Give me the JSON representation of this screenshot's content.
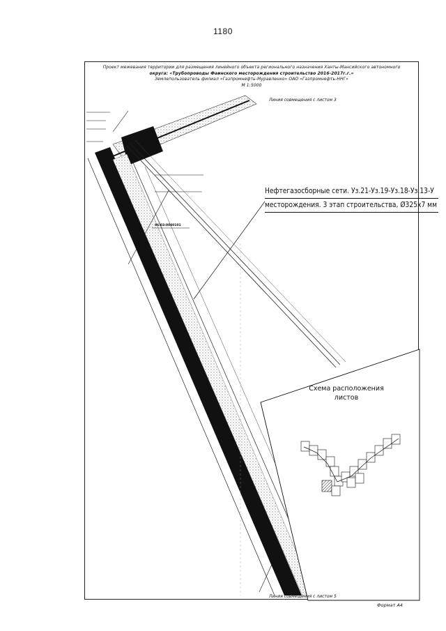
{
  "page": {
    "number": "1180"
  },
  "title_block": {
    "line1": "Проект межевания территории для размещения линейного объекта регионального назначения Ханты-Мансийского автономного",
    "line2": "округа: «Трубопроводы Фаинского месторождения строительство 2016-2017г.г.»",
    "line3": "Землепользователь филиал «Газпромнефть-Муравленко» ОАО «Газпромнефть-ННГ»",
    "scale": "М 1:5000"
  },
  "match_lines": {
    "top": "Линия совмещения с листом 3",
    "bottom": "Линия совмещения с листом 5"
  },
  "pipeline_label": {
    "line1": "Нефтегазосборные сети. Уз.21-Уз.19-Уз.18-Уз.13-У",
    "line2": "месторождения. 3 этап строительства, Ø325х7 мм"
  },
  "parcel_labels": [
    {
      "text": "86:03:0040101",
      "name": "parcel-label-main"
    }
  ],
  "inset": {
    "title_line1": "Схема расположения",
    "title_line2": "листов"
  },
  "footer": {
    "label": "Формат А4"
  },
  "colors": {
    "ink": "#111111",
    "hatch": "#9a9a9a",
    "frame": "#222222"
  }
}
